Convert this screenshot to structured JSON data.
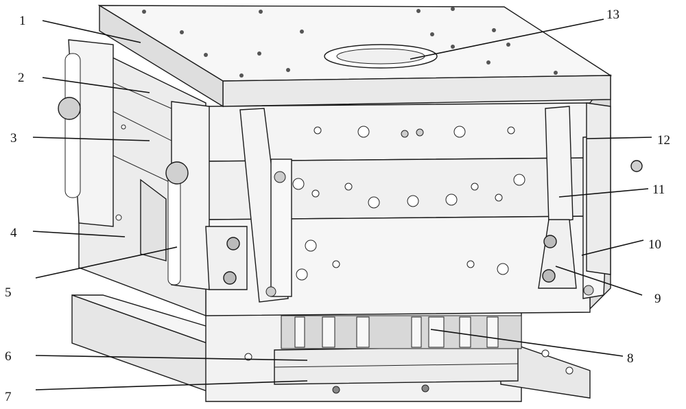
{
  "callouts": [
    {
      "id": "1",
      "text": "1"
    },
    {
      "id": "2",
      "text": "2"
    },
    {
      "id": "3",
      "text": "3"
    },
    {
      "id": "4",
      "text": "4"
    },
    {
      "id": "5",
      "text": "5"
    },
    {
      "id": "6",
      "text": "6"
    },
    {
      "id": "7",
      "text": "7"
    },
    {
      "id": "8",
      "text": "8"
    },
    {
      "id": "9",
      "text": "9"
    },
    {
      "id": "10",
      "text": "10"
    },
    {
      "id": "11",
      "text": "11"
    },
    {
      "id": "12",
      "text": "12"
    },
    {
      "id": "13",
      "text": "13"
    }
  ],
  "colors": {
    "plate_light": "#f6f6f6",
    "plate_mid": "#e6e6e6",
    "plate_dark": "#cfcfcf",
    "line": "#111111"
  }
}
